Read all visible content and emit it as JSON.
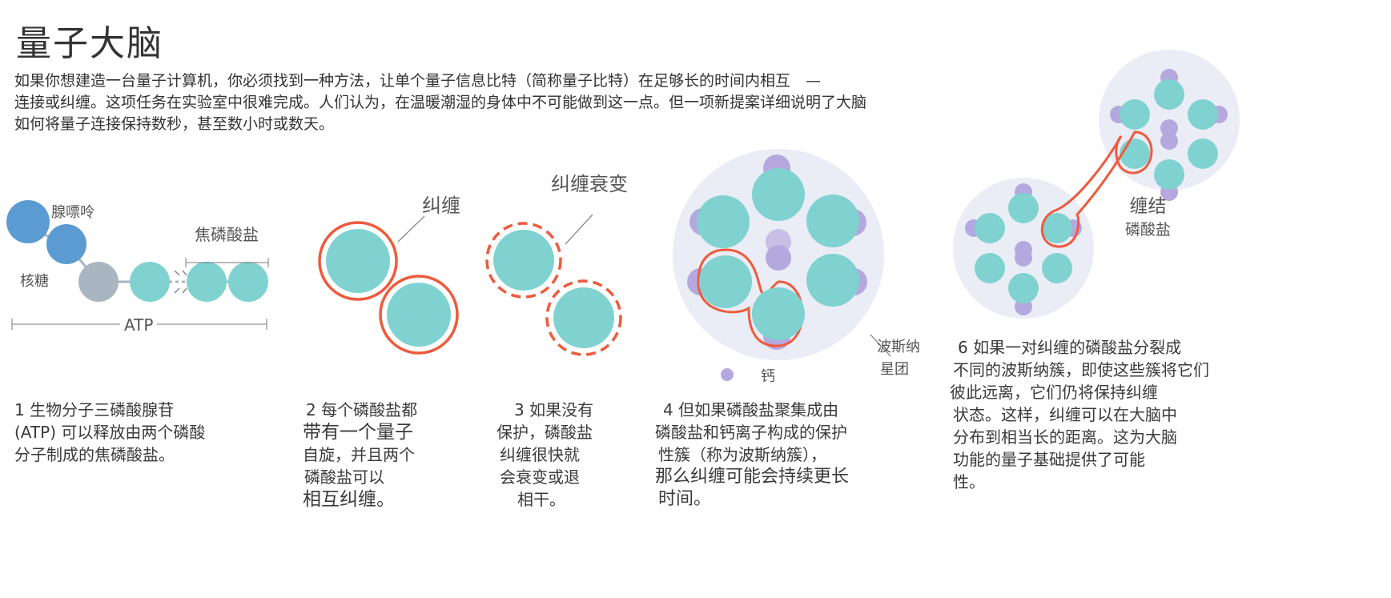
{
  "title": "量子大脑",
  "intro": [
    "如果你想建造一台量子计算机，你必须找到一种方法，让单个量子信息比特（简称量子比特）在足够长的时间内相互　—",
    "连接或纠缠。这项任务在实验室中很难完成。人们认为，在温暖潮湿的身体中不可能做到这一点。但一项新提案详细说明了大脑",
    "如何将量子连接保持数秒，甚至数小时或数天。"
  ],
  "panel1": {
    "labels": {
      "adenine": "腺嘌呤",
      "ribose": "核糖",
      "pyrophosphate": "焦磷酸盐",
      "atp": "ATP"
    },
    "caption": [
      "1 生物分子三磷酸腺苷",
      "(ATP) 可以释放由两个磷酸",
      "分子制成的焦磷酸盐。"
    ]
  },
  "panel2": {
    "label": "纠缠",
    "caption": [
      "2 每个磷酸盐都",
      "带有一个量子",
      "自旋，并且两个",
      "磷酸盐可以",
      "相互纠缠。"
    ]
  },
  "panel3": {
    "label": "纠缠衰变",
    "caption": [
      "3 如果没有",
      "保护，磷酸盐",
      "纠缠很快就",
      "会衰变或退",
      "相干。"
    ]
  },
  "panel4": {
    "labels": {
      "cluster": [
        "波斯纳",
        "星团"
      ],
      "calcium": "钙"
    },
    "caption": [
      "4 但如果磷酸盐聚集成由",
      "磷酸盐和钙离子构成的保护",
      "性簇（称为波斯纳簇），",
      "那么纠缠可能会持续更长",
      "时间。"
    ]
  },
  "panel6": {
    "labels": [
      "缠结",
      "磷酸盐"
    ],
    "caption": [
      "6 如果一对纠缠的磷酸盐分裂成",
      "不同的波斯纳簇，即使这些簇将它们",
      "彼此远离，它们仍将保持纠缠",
      "状态。这样，纠缠可以在大脑中",
      "分布到相当长的距离。这为大脑",
      "功能的量子基础提供了可能",
      "性。"
    ]
  },
  "colors": {
    "phosphate": "#7fd2cf",
    "adenine": "#5b9bd1",
    "ribose": "#a9b5c0",
    "calcium": "#b5a8de",
    "entangle": "#ef5a3c",
    "cluster": "#eaedf6"
  }
}
